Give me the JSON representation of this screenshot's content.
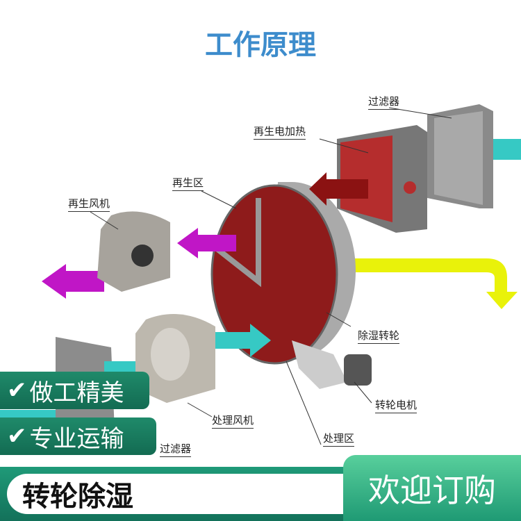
{
  "title": "工作原理",
  "labels": {
    "filter_top": "过滤器",
    "regen_heater": "再生电加热",
    "regen_zone": "再生区",
    "regen_fan": "再生风机",
    "desiccant_wheel": "除湿转轮",
    "wheel_motor": "转轮电机",
    "process_fan": "处理风机",
    "process_zone": "处理区",
    "filter_bottom": "过滤器"
  },
  "badges": [
    {
      "icon": "check-icon",
      "check": "✔",
      "text": "做工精美"
    },
    {
      "icon": "check-icon",
      "check": "✔",
      "text": "专业运输"
    }
  ],
  "product_name": "转轮除湿",
  "cta": "欢迎订购",
  "colors": {
    "title": "#3d8ccc",
    "green": "#1f8a6a",
    "wheel": "#8b1a1a"
  }
}
